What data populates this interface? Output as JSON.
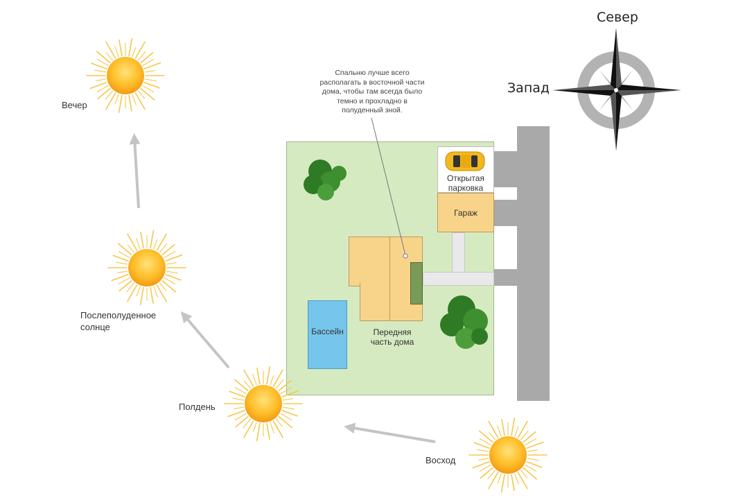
{
  "compass": {
    "north": "Север",
    "west": "Запад"
  },
  "note": "Спальню лучше всего\nрасполагать в восточной части\nдома, чтобы там всегда было\nтемно и прохладно в\nполуденный зной.",
  "plot": {
    "parking": "Открытая\nпарковка",
    "garage": "Гараж",
    "pool": "Бассейн",
    "house_front": "Передняя\nчасть дома"
  },
  "sun_positions": [
    {
      "id": "evening",
      "label": "Вечер"
    },
    {
      "id": "afternoon",
      "label": "Послеполуденное\nсолнце"
    },
    {
      "id": "noon",
      "label": "Полдень"
    },
    {
      "id": "sunrise",
      "label": "Восход"
    }
  ],
  "colors": {
    "lot": "#d6eac2",
    "house": "#f8d48a",
    "pool": "#76c5ec",
    "road": "#a9a9a9",
    "sun_core": "#ffb81c",
    "sun_rays": "#f7c64a",
    "tree": "#3e8f2f",
    "arrow": "#c4c4c4",
    "car": "#f3b81e"
  }
}
